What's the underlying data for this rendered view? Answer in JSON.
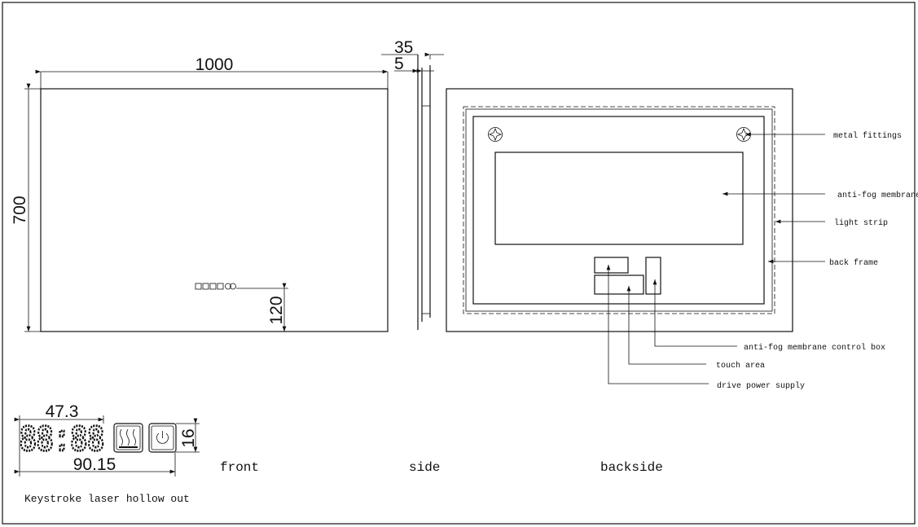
{
  "dimensions": {
    "width": "1000",
    "height": "700",
    "button_offset": "120",
    "depth": "35",
    "glass": "5",
    "display_width": "47.3",
    "panel_width": "90.15",
    "panel_height": "16"
  },
  "callouts": {
    "metal_fittings": "metal fittings",
    "anti_fog_membrane": "anti-fog membrane",
    "light_strip": "light strip",
    "back_frame": "back frame",
    "control_box": "anti-fog membrane control box",
    "touch_area": "touch area",
    "drive_power_supply": "drive power supply"
  },
  "views": {
    "front": "front",
    "side": "side",
    "backside": "backside"
  },
  "note": "Keystroke laser hollow out",
  "display_digits": "88:88"
}
